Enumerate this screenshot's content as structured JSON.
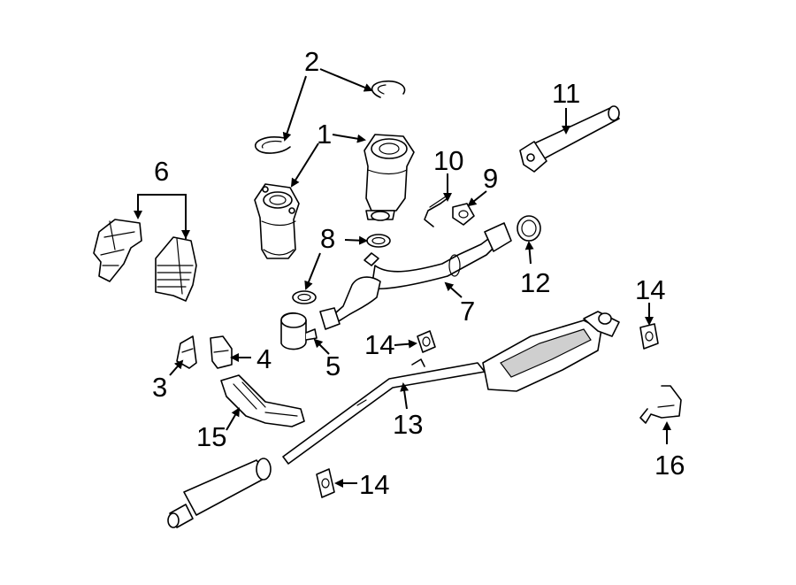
{
  "callouts": [
    {
      "id": "c1",
      "label": "1"
    },
    {
      "id": "c2",
      "label": "2"
    },
    {
      "id": "c3",
      "label": "3"
    },
    {
      "id": "c4",
      "label": "4"
    },
    {
      "id": "c5",
      "label": "5"
    },
    {
      "id": "c6",
      "label": "6"
    },
    {
      "id": "c7",
      "label": "7"
    },
    {
      "id": "c8",
      "label": "8"
    },
    {
      "id": "c9",
      "label": "9"
    },
    {
      "id": "c10",
      "label": "10"
    },
    {
      "id": "c11",
      "label": "11"
    },
    {
      "id": "c12",
      "label": "12"
    },
    {
      "id": "c13",
      "label": "13"
    },
    {
      "id": "c14a",
      "label": "14"
    },
    {
      "id": "c14b",
      "label": "14"
    },
    {
      "id": "c14c",
      "label": "14"
    },
    {
      "id": "c15",
      "label": "15"
    },
    {
      "id": "c16",
      "label": "16"
    }
  ],
  "colors": {
    "line": "#000000",
    "background": "#ffffff",
    "shading": "#cfcfcf"
  }
}
